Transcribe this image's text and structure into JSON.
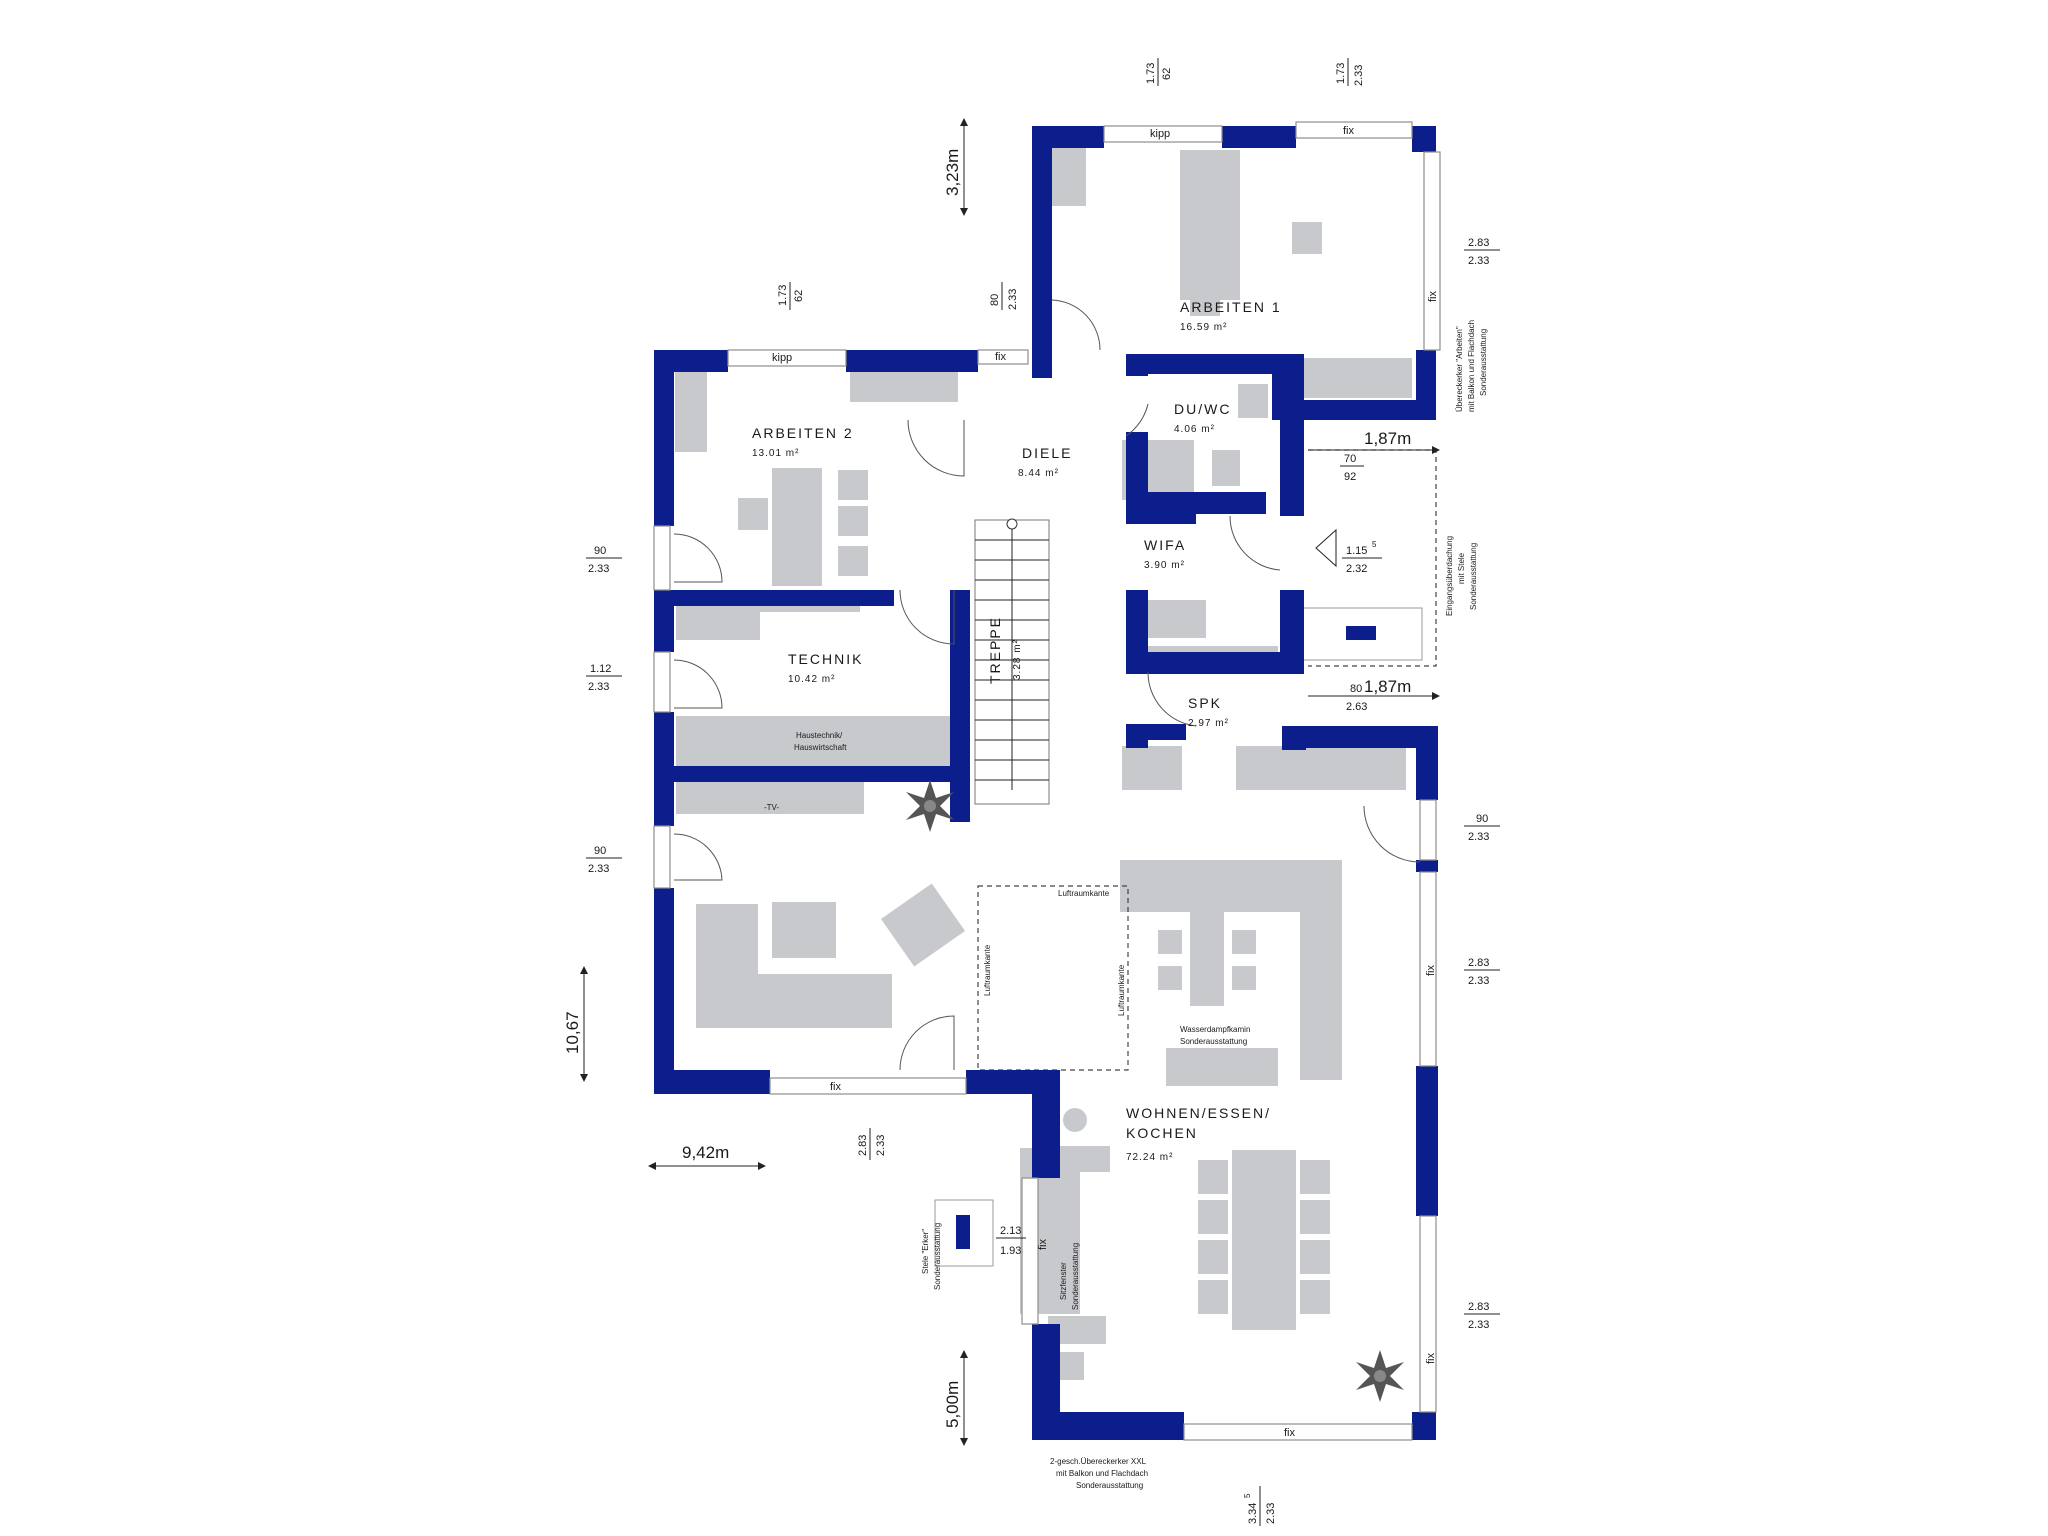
{
  "rooms": {
    "arbeiten1": {
      "name": "ARBEITEN 1",
      "area": "16.59 m²"
    },
    "arbeiten2": {
      "name": "ARBEITEN 2",
      "area": "13.01 m²"
    },
    "diele": {
      "name": "DIELE",
      "area": "8.44 m²"
    },
    "duwc": {
      "name": "DU/WC",
      "area": "4.06 m²"
    },
    "wifa": {
      "name": "WIFA",
      "area": "3.90 m²"
    },
    "technik": {
      "name": "TECHNIK",
      "area": "10.42 m²"
    },
    "treppe": {
      "name": "TREPPE",
      "area": "3.28 m²"
    },
    "spk": {
      "name": "SPK",
      "area": "2.97 m²"
    },
    "wohnen_line1": "WOHNEN/ESSEN/",
    "wohnen_line2": "KOCHEN",
    "wohnen_area": "72.24 m²"
  },
  "windows": {
    "kipp": "kipp",
    "fix": "fix"
  },
  "dimensions": {
    "d_173_62": [
      "1.73",
      "62"
    ],
    "d_173_233": [
      "1.73",
      "2.33"
    ],
    "d_80_233": [
      "80",
      "2.33"
    ],
    "d_283_233": [
      "2.83",
      "2.33"
    ],
    "d_90_233": [
      "90",
      "2.33"
    ],
    "d_112_233": [
      "1.12",
      "2.33"
    ],
    "d_70_92": [
      "70",
      "92"
    ],
    "d_1155_232": [
      "1.15",
      "5",
      "2.32"
    ],
    "d_80_263": [
      "80",
      "2.63"
    ],
    "d_213_193": [
      "2.13",
      "1.93"
    ],
    "d_3345_233": [
      "3.34",
      "5",
      "2.33"
    ],
    "overall_323": "3,23m",
    "overall_187a": "1,87m",
    "overall_187b": "1,87m",
    "overall_1067": "10,67",
    "overall_942": "9,42m",
    "overall_500": "5,00m"
  },
  "notes": {
    "haustechnik_1": "Haustechnik/",
    "haustechnik_2": "Hauswirtschaft",
    "tv": "-TV-",
    "luftraum1": "Luftraumkante",
    "luftraum2": "Luftraumkante",
    "luftraum3": "Luftraumkante",
    "wasserdampf_1": "Wasserdampfkamin",
    "wasserdampf_2": "Sonderausstattung",
    "sitzfenster_1": "Sitzfenster",
    "sitzfenster_2": "Sonderausstattung",
    "stele_erker_1": "Stele \"Erker\"",
    "stele_erker_2": "Sonderausstattung",
    "uebereck_1": "Übereckerker \"Arbeiten\"",
    "uebereck_2": "mit Balkon und Flachdach",
    "uebereck_3": "Sonderausstattung",
    "eingang_1": "Eingangsüberdachung",
    "eingang_2": "mit Stele",
    "eingang_3": "Sonderausstattung",
    "xxl_1": "2-gesch.Übereckerker XXL",
    "xxl_2": "mit Balkon und Flachdach",
    "xxl_3": "Sonderausstattung"
  },
  "colors": {
    "wall": "#0b1e8c",
    "furniture": "#c8c9cc"
  }
}
